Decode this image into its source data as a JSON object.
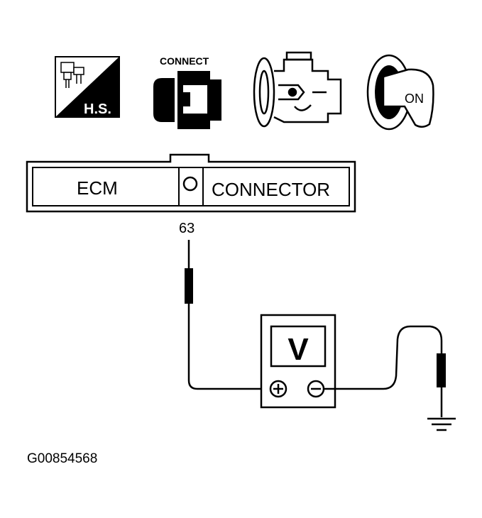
{
  "icons": {
    "hs": {
      "name": "hand-screwdriver-icon",
      "label": "H.S."
    },
    "connect": {
      "name": "connector-icon",
      "label": "CONNECT"
    },
    "engine": {
      "name": "engine-icon"
    },
    "ignition": {
      "name": "ignition-key-on-icon",
      "label": "ON"
    }
  },
  "connector": {
    "left_label": "ECM",
    "right_label": "CONNECTOR",
    "terminal": "63"
  },
  "meter": {
    "display": "V",
    "positive": "+",
    "negative": "−"
  },
  "ground_icon": "ground-symbol-icon",
  "figure_id": "G00854568"
}
